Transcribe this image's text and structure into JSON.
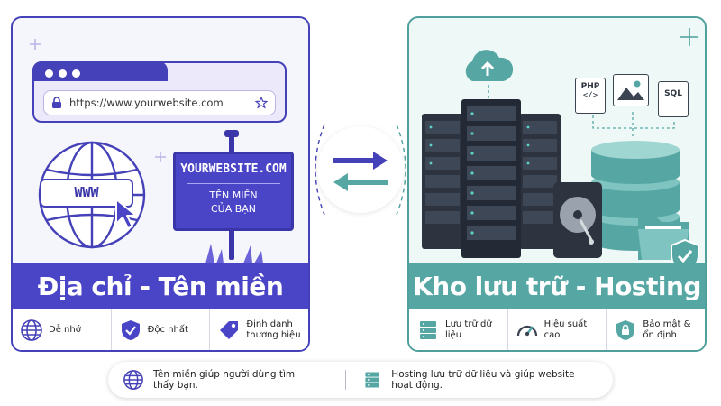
{
  "left_panel": {
    "url": "https://www.yourwebsite.com",
    "globe_label": "WWW",
    "sign": {
      "domain": "YOURWEBSITE.COM",
      "line1": "TÊN MIỀN",
      "line2": "CỦA BẠN"
    },
    "title": "Địa chỉ - Tên miền",
    "accent_color": "#4a44c6",
    "features": [
      {
        "icon": "globe-icon",
        "label": "Dễ nhớ"
      },
      {
        "icon": "shield-check-icon",
        "label": "Độc nhất"
      },
      {
        "icon": "tag-icon",
        "label_line1": "Định danh",
        "label_line2": "thương hiệu"
      }
    ]
  },
  "right_panel": {
    "title": "Kho lưu trữ - Hosting",
    "accent_color": "#56a7a4",
    "file_badges": [
      "PHP",
      "SQL"
    ],
    "features": [
      {
        "icon": "server-icon",
        "label": "Lưu trữ dữ liệu"
      },
      {
        "icon": "speedometer-icon",
        "label": "Hiệu suất cao"
      },
      {
        "icon": "lock-shield-icon",
        "label_line1": "Bảo mật &",
        "label_line2": "ổn định"
      }
    ]
  },
  "note": {
    "left_text": "Tên miền giúp người dùng tìm thấy bạn.",
    "right_text": "Hosting lưu trữ dữ liệu và giúp website hoạt động."
  }
}
